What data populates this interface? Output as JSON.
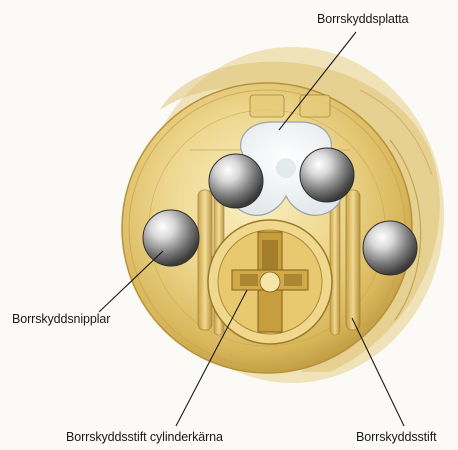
{
  "labels": {
    "platta": "Borrskyddsplatta",
    "nipplar": "Borrskyddsnipplar",
    "karna": "Borrskyddsstift cylinderkärna",
    "stift": "Borrskyddsstift"
  },
  "colors": {
    "background": "#fbfaf7",
    "brass_light": "#f1dc9a",
    "brass_mid": "#d9b75c",
    "brass_dark": "#9c7a2a",
    "steel_light": "#f4f4f4",
    "steel_dark": "#4a4a4a",
    "leader": "#1a1a1a"
  },
  "icons": {
    "lock_cylinder": "lock-cylinder-illustration"
  }
}
